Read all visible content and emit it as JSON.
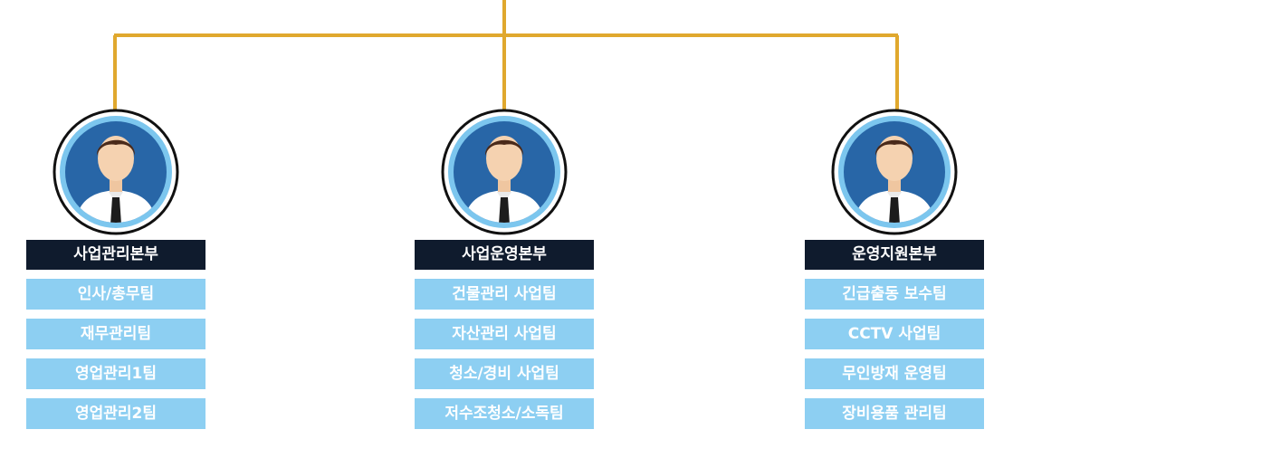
{
  "colors": {
    "connector": "#e0a82e",
    "title_bg": "#0f1b2d",
    "team_bg": "#8dcff2",
    "avatar_outer": "#7cc6ee",
    "avatar_inner": "#2866a7"
  },
  "divisions": [
    {
      "title": "사업관리본부",
      "avatar_icon": "person-avatar-icon",
      "teams": [
        "인사/총무팀",
        "재무관리팀",
        "영업관리1팀",
        "영업관리2팀"
      ]
    },
    {
      "title": "사업운영본부",
      "avatar_icon": "person-avatar-icon",
      "teams": [
        "건물관리 사업팀",
        "자산관리 사업팀",
        "청소/경비 사업팀",
        "저수조청소/소독팀"
      ]
    },
    {
      "title": "운영지원본부",
      "avatar_icon": "person-avatar-icon",
      "teams": [
        "긴급출동 보수팀",
        "CCTV 사업팀",
        "무인방재 운영팀",
        "장비용품 관리팀"
      ]
    }
  ]
}
